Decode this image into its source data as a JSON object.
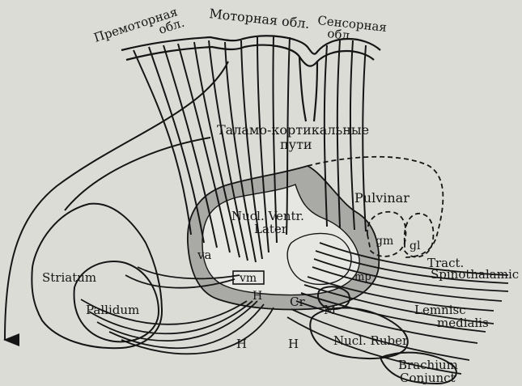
{
  "labels": {
    "premotor": "Премоторная",
    "premotor_2": "обл.",
    "motor": "Моторная обл.",
    "sensory": "Сенсорная",
    "sensory_2": "обл.",
    "thalamocortical": "Таламо-кортикальные",
    "thalamocortical_2": "пути",
    "pulvinar": "Pulvinar",
    "nucl_ventr": "Nucl. Ventr.",
    "later": "Later",
    "va": "va",
    "vm": "vm",
    "mp": "mp",
    "gm": "gm",
    "gl": "gl",
    "striatum": "Striatum",
    "pallidum": "Pallidum",
    "cr": "Cr",
    "m": "M",
    "h1": "H",
    "h2": "H",
    "h3": "H",
    "nucl_ruber": "Nucl. Ruber",
    "tract": "Tract.",
    "spinothalamic": "Spinothalamic",
    "lemnisc": "Lemnisc",
    "medialis": "medialis",
    "brachium": "Brachium",
    "conjunct": "Conjunct"
  },
  "colors": {
    "background": "#dcdcd7",
    "ink": "#151515",
    "thalamus_shade": "#a9a9a6",
    "nucleus_fill": "#e6e6e2"
  }
}
